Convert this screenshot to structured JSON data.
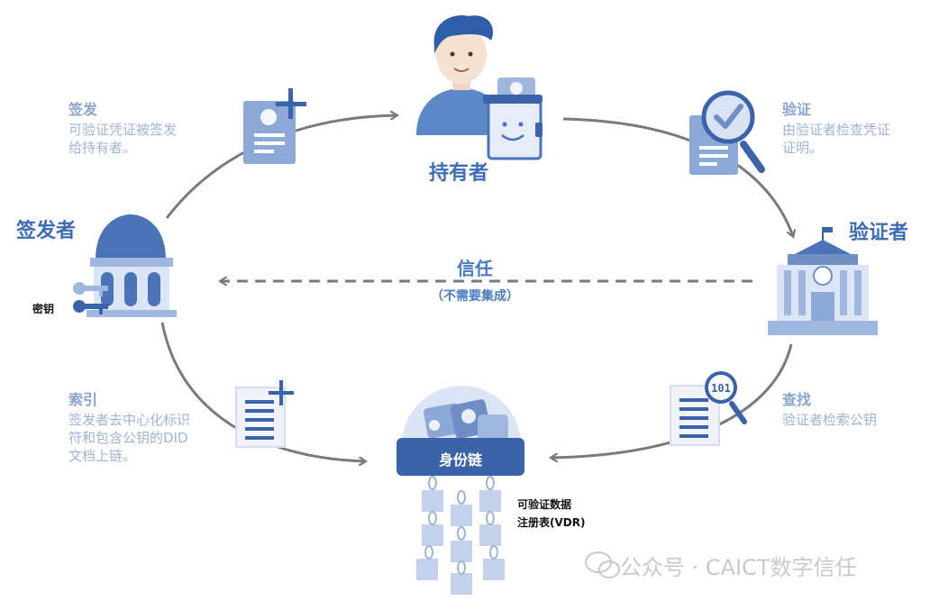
{
  "roles": {
    "holder": "持有者",
    "issuer": "签发者",
    "verifier": "验证者"
  },
  "steps": {
    "issue": {
      "title": "签发",
      "desc": [
        "可验证凭证被签发",
        "给持有者。"
      ]
    },
    "verify": {
      "title": "验证",
      "desc": [
        "由验证者检查凭证",
        "证明。"
      ]
    },
    "index": {
      "title": "索引",
      "desc": [
        "签发者去中心化标识",
        "符和包含公钥的DID",
        "文档上链。"
      ]
    },
    "lookup": {
      "title": "查找",
      "desc": [
        "验证者检索公钥"
      ]
    }
  },
  "trust": {
    "title": "信任",
    "subtitle": "（不需要集成）"
  },
  "key_label": "密钥",
  "chain": {
    "label": "身份链",
    "vdr": [
      "可验证数据",
      "注册表(VDR)"
    ]
  },
  "watermark": "公众号 · CAICT数字信任",
  "colors": {
    "primary": "#3d6db5",
    "light": "#9fb3d8",
    "arrow": "#7a7a7a",
    "dark_blue": "#3b63a8"
  }
}
